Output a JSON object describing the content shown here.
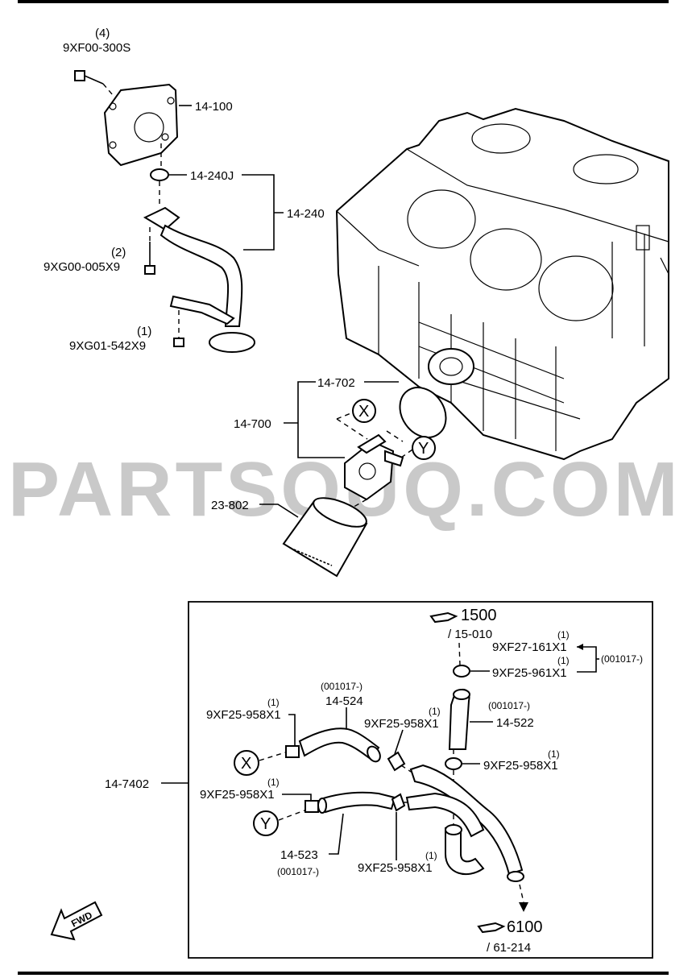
{
  "watermark": "PARTSOUQ.COM",
  "top_parts": {
    "bolt_qty": "(4)",
    "bolt_part": "9XF00-300S",
    "pan_cover": "14-100",
    "gasket": "14-240J",
    "strainer": "14-240",
    "bolt2_qty": "(2)",
    "bolt2_part": "9XG00-005X9",
    "nut_qty": "(1)",
    "nut_part": "9XG01-542X9",
    "oring": "14-702",
    "cooler_assy": "14-700",
    "marker_x": "X",
    "marker_y": "Y",
    "filter": "23-802"
  },
  "inset": {
    "assy_label": "14-7402",
    "ref_top_num": "1500",
    "ref_top_page": "/ 15-010",
    "clip_a_qty": "(1)",
    "clip_a_part": "9XF27-161X1",
    "clip_b_qty": "(1)",
    "clip_b_part": "9XF25-961X1",
    "date_code_right": "(001017-)",
    "hose_524_date": "(001017-)",
    "hose_524": "14-524",
    "hose_522_date": "(001017-)",
    "hose_522": "14-522",
    "clamp_left_qty": "(1)",
    "clamp_left_part": "9XF25-958X1",
    "clamp_mid_qty": "(1)",
    "clamp_mid_part": "9XF25-958X1",
    "clamp_right_qty": "(1)",
    "clamp_right_part": "9XF25-958X1",
    "clamp_lower_qty": "(1)",
    "clamp_lower_part": "9XF25-958X1",
    "hose_523": "14-523",
    "hose_523_date": "(001017-)",
    "clamp_bottom_qty": "(1)",
    "clamp_bottom_part": "9XF25-958X1",
    "marker_x": "X",
    "marker_y": "Y",
    "ref_bottom_num": "6100",
    "ref_bottom_page": "/ 61-214",
    "fwd": "FWD"
  }
}
